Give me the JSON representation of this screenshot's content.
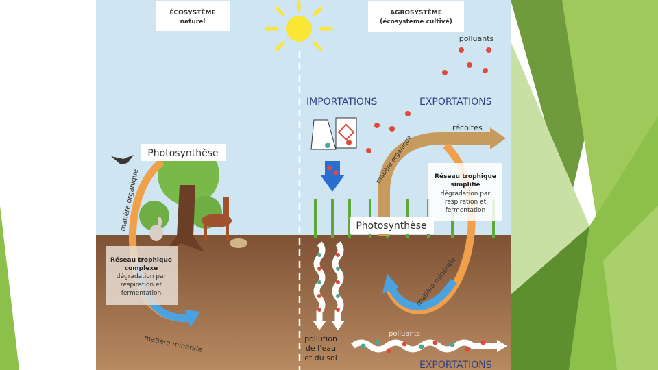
{
  "natural": {
    "title_line1": "ÉCOSYSTÈME",
    "title_line2": "naturel",
    "photosynthesis": "Photosynthèse",
    "organic_matter": "matière organique",
    "mineral_matter": "matière minérale",
    "food_web_line1": "Réseau trophique",
    "food_web_line2": "complexe",
    "degradation_line1": "dégradation par",
    "degradation_line2": "respiration et",
    "degradation_line3": "fermentation"
  },
  "agro": {
    "title_line1": "AGROSYSTÈME",
    "title_line2": "(écosystème cultivé)",
    "pollutants_air": "polluants",
    "imports": "IMPORTATIONS",
    "exports_top": "EXPORTATIONS",
    "harvest": "récoltes",
    "organic_matter": "matière organique",
    "photosynthesis": "Photosynthèse",
    "food_web_line1": "Réseau trophique",
    "food_web_line2": "simplifié",
    "degradation_line1": "dégradation par",
    "degradation_line2": "respiration et",
    "degradation_line3": "fermentation",
    "mineral_matter": "matière minérale",
    "pollution_line1": "pollution",
    "pollution_line2": "de l’eau",
    "pollution_line3": "et du sol",
    "pollutants_soil": "polluants",
    "exports_bottom": "EXPORTATIONS"
  },
  "colors": {
    "sky": "#cfe6f2",
    "soil": "#8b5e3c",
    "orange_flow": "#f0a04b",
    "blue_flow": "#4aa3e0",
    "pollutant_red": "#e04a3c",
    "fertilizer_teal": "#4aa89a",
    "title_blue": "#2e3f7f",
    "slide_green": "#8cc04a"
  }
}
